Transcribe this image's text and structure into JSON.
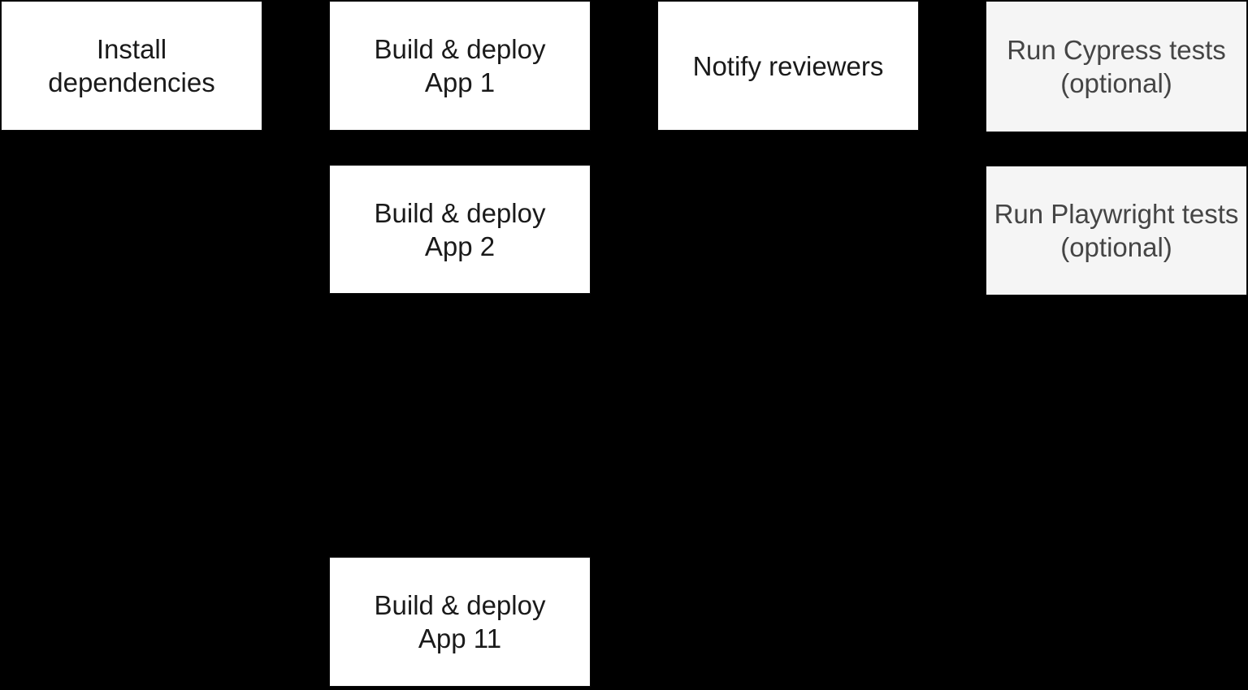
{
  "diagram": {
    "background_color": "#000000",
    "default_node_fill": "#ffffff",
    "default_node_text_color": "#1a1a1a",
    "optional_node_fill": "#f5f5f5",
    "optional_node_text_color": "#454545",
    "nodes": [
      {
        "id": "install-dependencies",
        "lines": [
          "Install",
          "dependencies"
        ],
        "optional": false,
        "fill": "#ffffff",
        "text_color": "#1a1a1a"
      },
      {
        "id": "build-deploy-app-1",
        "lines": [
          "Build & deploy",
          "App 1"
        ],
        "optional": false,
        "fill": "#ffffff",
        "text_color": "#1a1a1a"
      },
      {
        "id": "notify-reviewers",
        "lines": [
          "Notify reviewers"
        ],
        "optional": false,
        "fill": "#ffffff",
        "text_color": "#1a1a1a"
      },
      {
        "id": "run-cypress-tests",
        "lines": [
          "Run Cypress tests",
          "(optional)"
        ],
        "optional": true,
        "fill": "#f5f5f5",
        "text_color": "#454545"
      },
      {
        "id": "build-deploy-app-2",
        "lines": [
          "Build & deploy",
          "App 2"
        ],
        "optional": false,
        "fill": "#ffffff",
        "text_color": "#1a1a1a"
      },
      {
        "id": "run-playwright-tests",
        "lines": [
          "Run Playwright tests",
          "(optional)"
        ],
        "optional": true,
        "fill": "#f5f5f5",
        "text_color": "#454545"
      },
      {
        "id": "build-deploy-app-11",
        "lines": [
          "Build & deploy",
          "App 11"
        ],
        "optional": false,
        "fill": "#ffffff",
        "text_color": "#1a1a1a"
      }
    ]
  }
}
